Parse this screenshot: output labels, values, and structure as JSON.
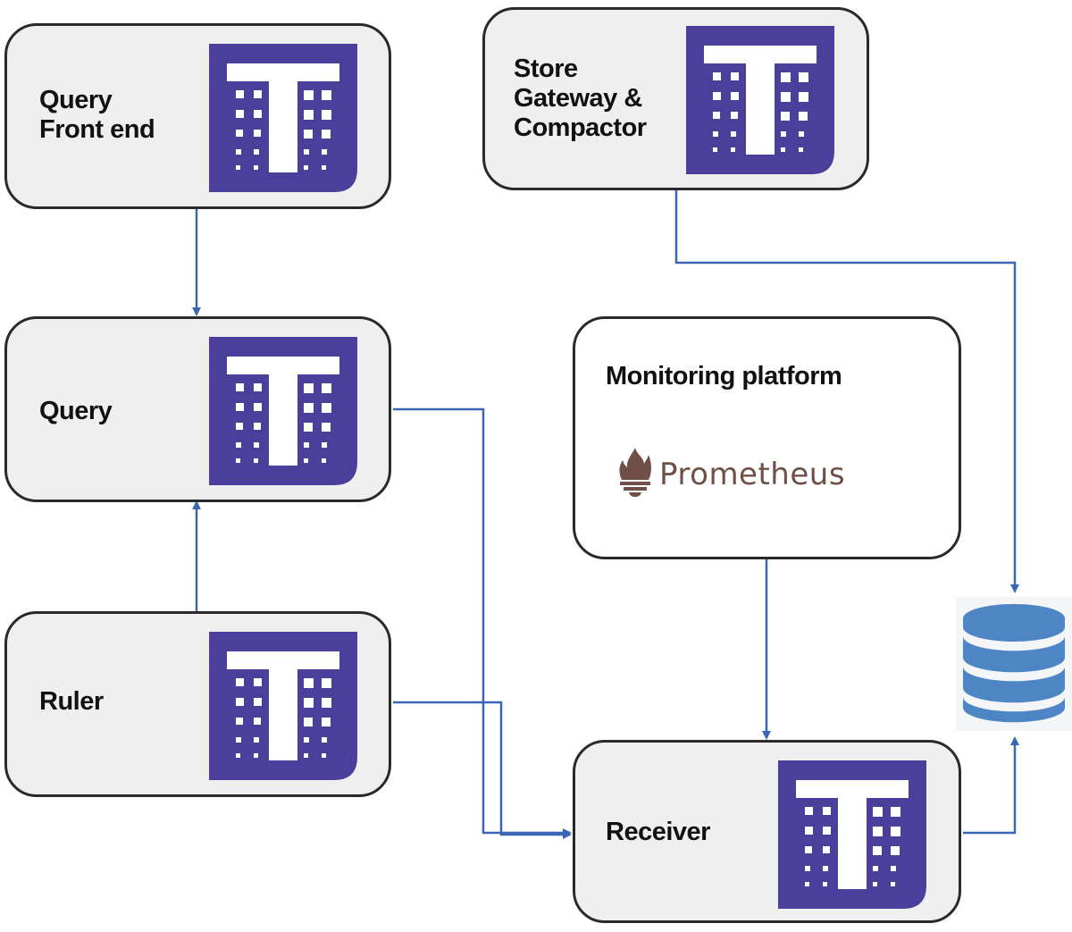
{
  "nodes": {
    "query_frontend": {
      "lines": [
        "Query",
        "Front end"
      ],
      "logo": "thanos-logo-icon"
    },
    "store_gateway": {
      "lines": [
        "Store",
        "Gateway &",
        "Compactor"
      ],
      "logo": "thanos-logo-icon"
    },
    "query": {
      "lines": [
        "Query"
      ],
      "logo": "thanos-logo-icon"
    },
    "ruler": {
      "lines": [
        "Ruler"
      ],
      "logo": "thanos-logo-icon"
    },
    "monitoring": {
      "title": "Monitoring platform",
      "brand": "Prometheus",
      "logo": "prometheus-flame-icon"
    },
    "receiver": {
      "lines": [
        "Receiver"
      ],
      "logo": "thanos-logo-icon"
    },
    "storage": {
      "icon": "database-icon"
    }
  },
  "edges": [
    {
      "from": "query_frontend",
      "to": "query"
    },
    {
      "from": "ruler",
      "to": "query"
    },
    {
      "from": "query",
      "to": "receiver"
    },
    {
      "from": "ruler",
      "to": "receiver"
    },
    {
      "from": "monitoring",
      "to": "receiver"
    },
    {
      "from": "store_gateway",
      "to": "storage"
    },
    {
      "from": "receiver",
      "to": "storage"
    }
  ],
  "colors": {
    "logo_purple": "#4b3f9c",
    "wire_blue": "#3a66b4",
    "db_blue": "#4e86c5",
    "node_fill": "#efefef",
    "prometheus_brown": "#6f4f48"
  }
}
